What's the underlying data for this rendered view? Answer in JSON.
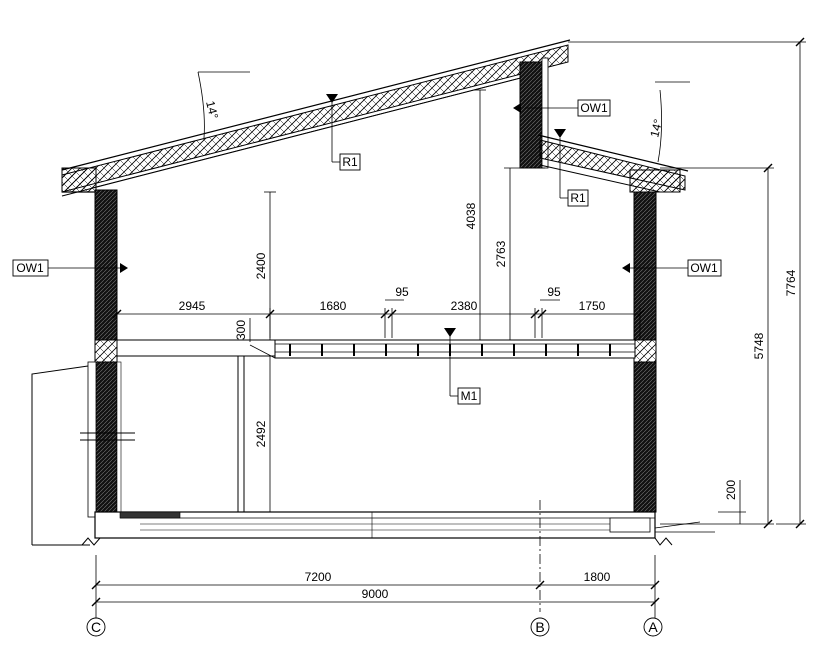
{
  "angles": {
    "left": "14°",
    "right": "14°"
  },
  "tags": {
    "r1_main": "R1",
    "r1_low": "R1",
    "ow1_upper": "OW1",
    "ow1_left": "OW1",
    "ow1_right": "OW1",
    "m1": "M1"
  },
  "dims": {
    "h4038": "4038",
    "h2763": "2763",
    "h2400": "2400",
    "h2492": "2492",
    "h300": "300",
    "h200": "200",
    "h5748": "5748",
    "h7764": "7764",
    "w2945": "2945",
    "w1680": "1680",
    "w95a": "95",
    "w2380": "2380",
    "w95b": "95",
    "w1750": "1750",
    "w7200": "7200",
    "w1800": "1800",
    "w9000": "9000"
  },
  "grid_axes": {
    "c": "C",
    "b": "B",
    "a": "A"
  }
}
